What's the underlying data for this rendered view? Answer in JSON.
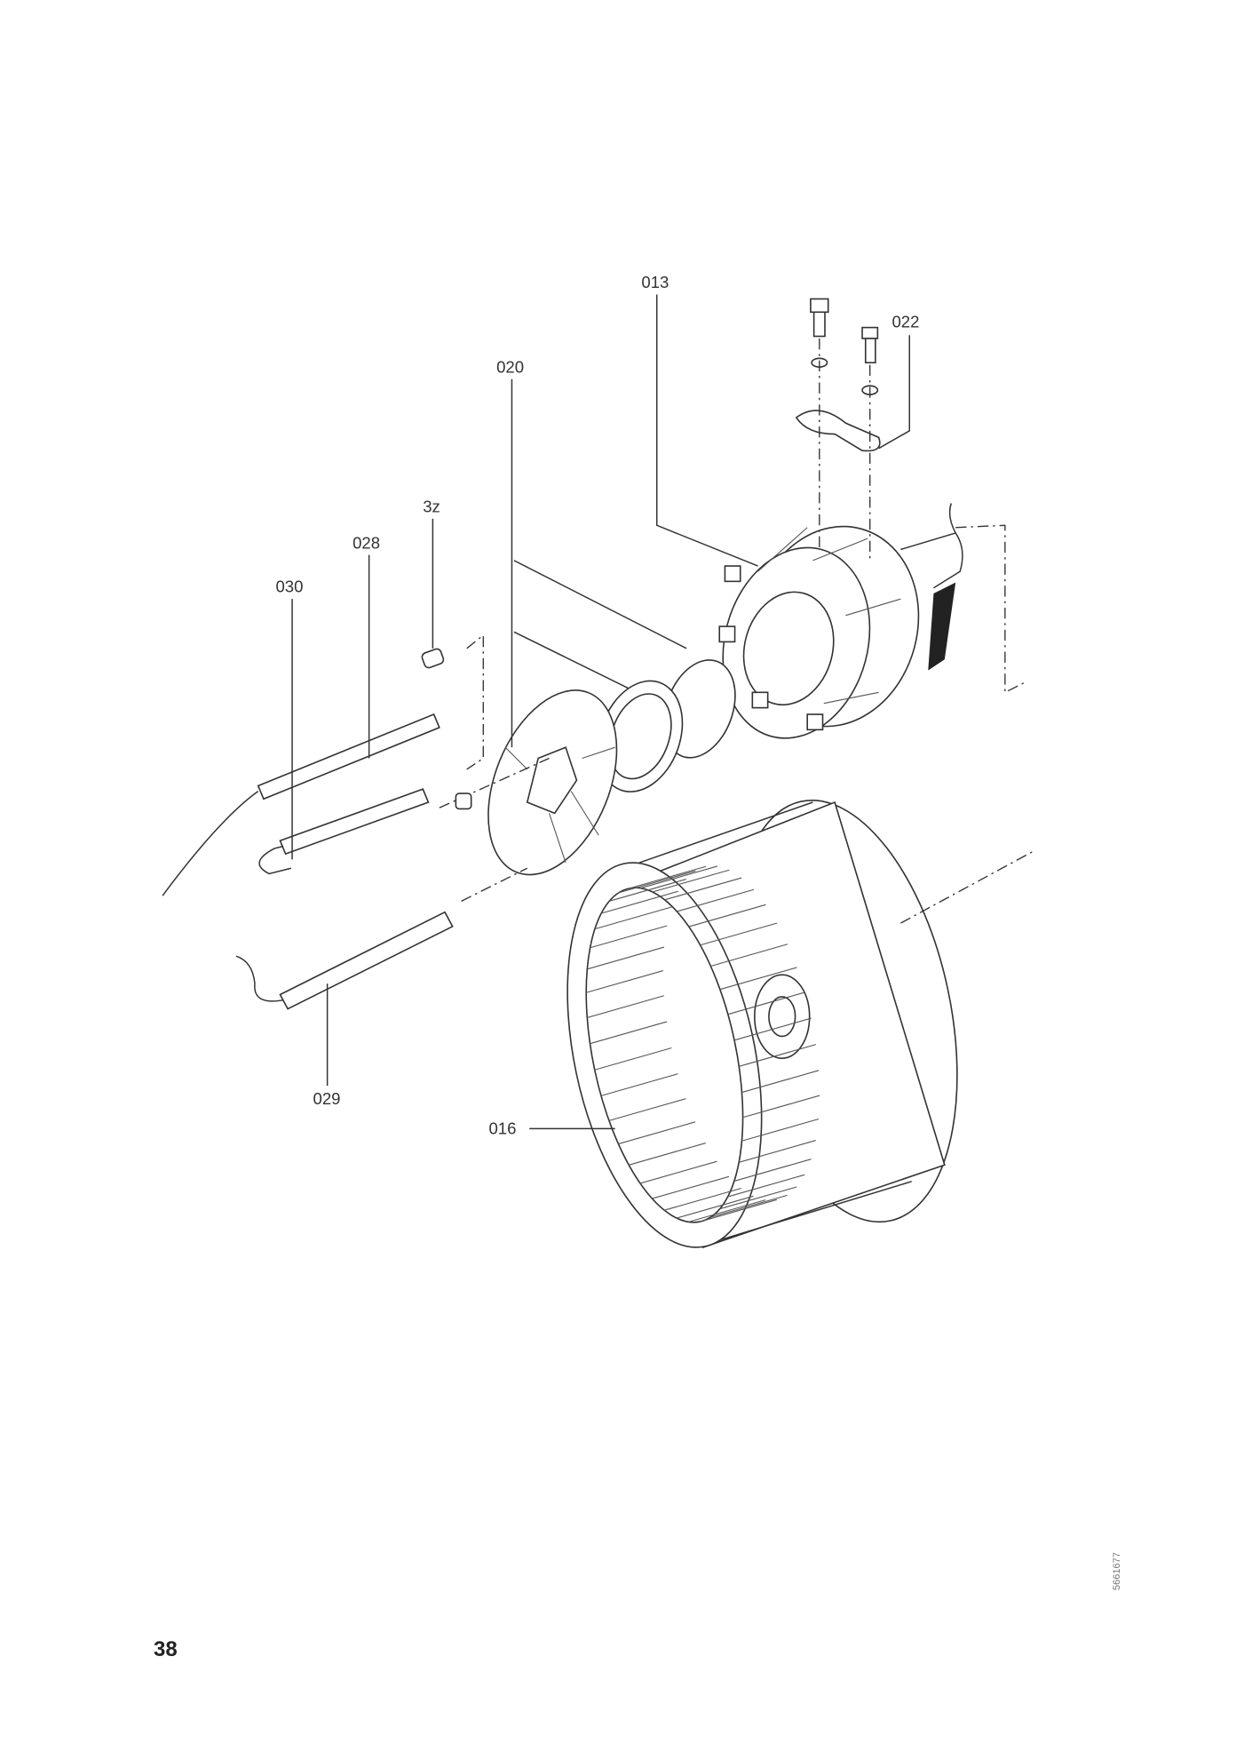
{
  "labels": {
    "part_013": "013",
    "part_022": "022",
    "part_020": "020",
    "part_3z": "3z",
    "part_028": "028",
    "part_030": "030",
    "part_029": "029",
    "part_016": "016"
  },
  "page_number": "38",
  "drawing_ref": "5661677"
}
